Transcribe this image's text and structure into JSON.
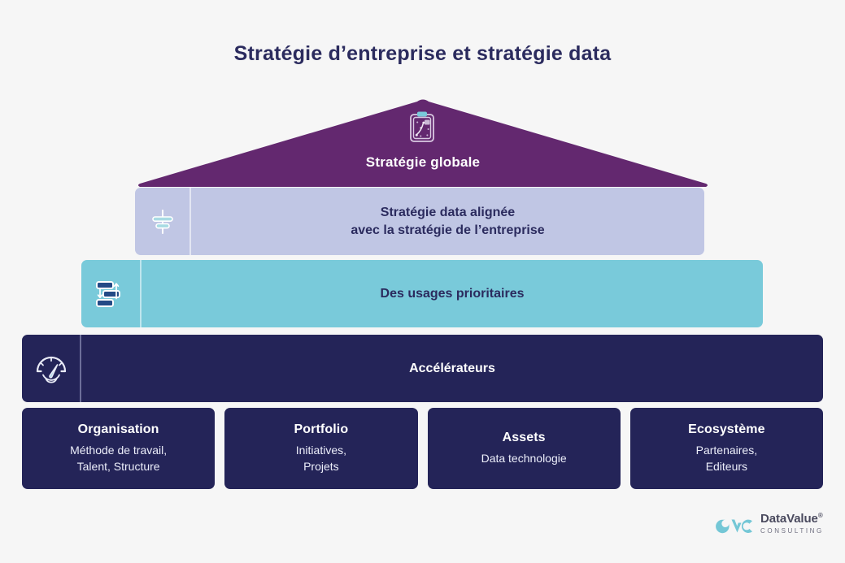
{
  "page": {
    "title": "Stratégie d’entreprise et stratégie data",
    "background_color": "#f6f6f6"
  },
  "roof": {
    "label": "Stratégie globale",
    "icon": "clipboard-chart-icon",
    "color": "#63286f",
    "text_color": "#ffffff"
  },
  "layers": [
    {
      "id": "strategie-data-alignee",
      "label": "Stratégie data alignée\navec la stratégie de l’entreprise",
      "line1": "Stratégie data alignée",
      "line2": "avec la stratégie de l’entreprise",
      "icon": "alignment-icon",
      "color": "#c0c6e4",
      "text_color": "#2b2b5e"
    },
    {
      "id": "usages-prioritaires",
      "label": "Des usages prioritaires",
      "icon": "priority-list-icon",
      "color": "#79cada",
      "text_color": "#2b2b5e"
    },
    {
      "id": "accelerateurs",
      "label": "Accélérateurs",
      "icon": "speedometer-icon",
      "color": "#242458",
      "text_color": "#ffffff"
    }
  ],
  "cards": [
    {
      "title": "Organisation",
      "description": "Méthode de travail,\nTalent, Structure"
    },
    {
      "title": "Portfolio",
      "description": "Initiatives,\nProjets"
    },
    {
      "title": "Assets",
      "description": "Data technologie"
    },
    {
      "title": "Ecosystème",
      "description": "Partenaires,\nEditeurs"
    }
  ],
  "logo": {
    "mark": "dvc-monogram-icon",
    "name": "DataValue",
    "registered": "®",
    "subtitle": "CONSULTING",
    "color": "#74c7d6"
  }
}
